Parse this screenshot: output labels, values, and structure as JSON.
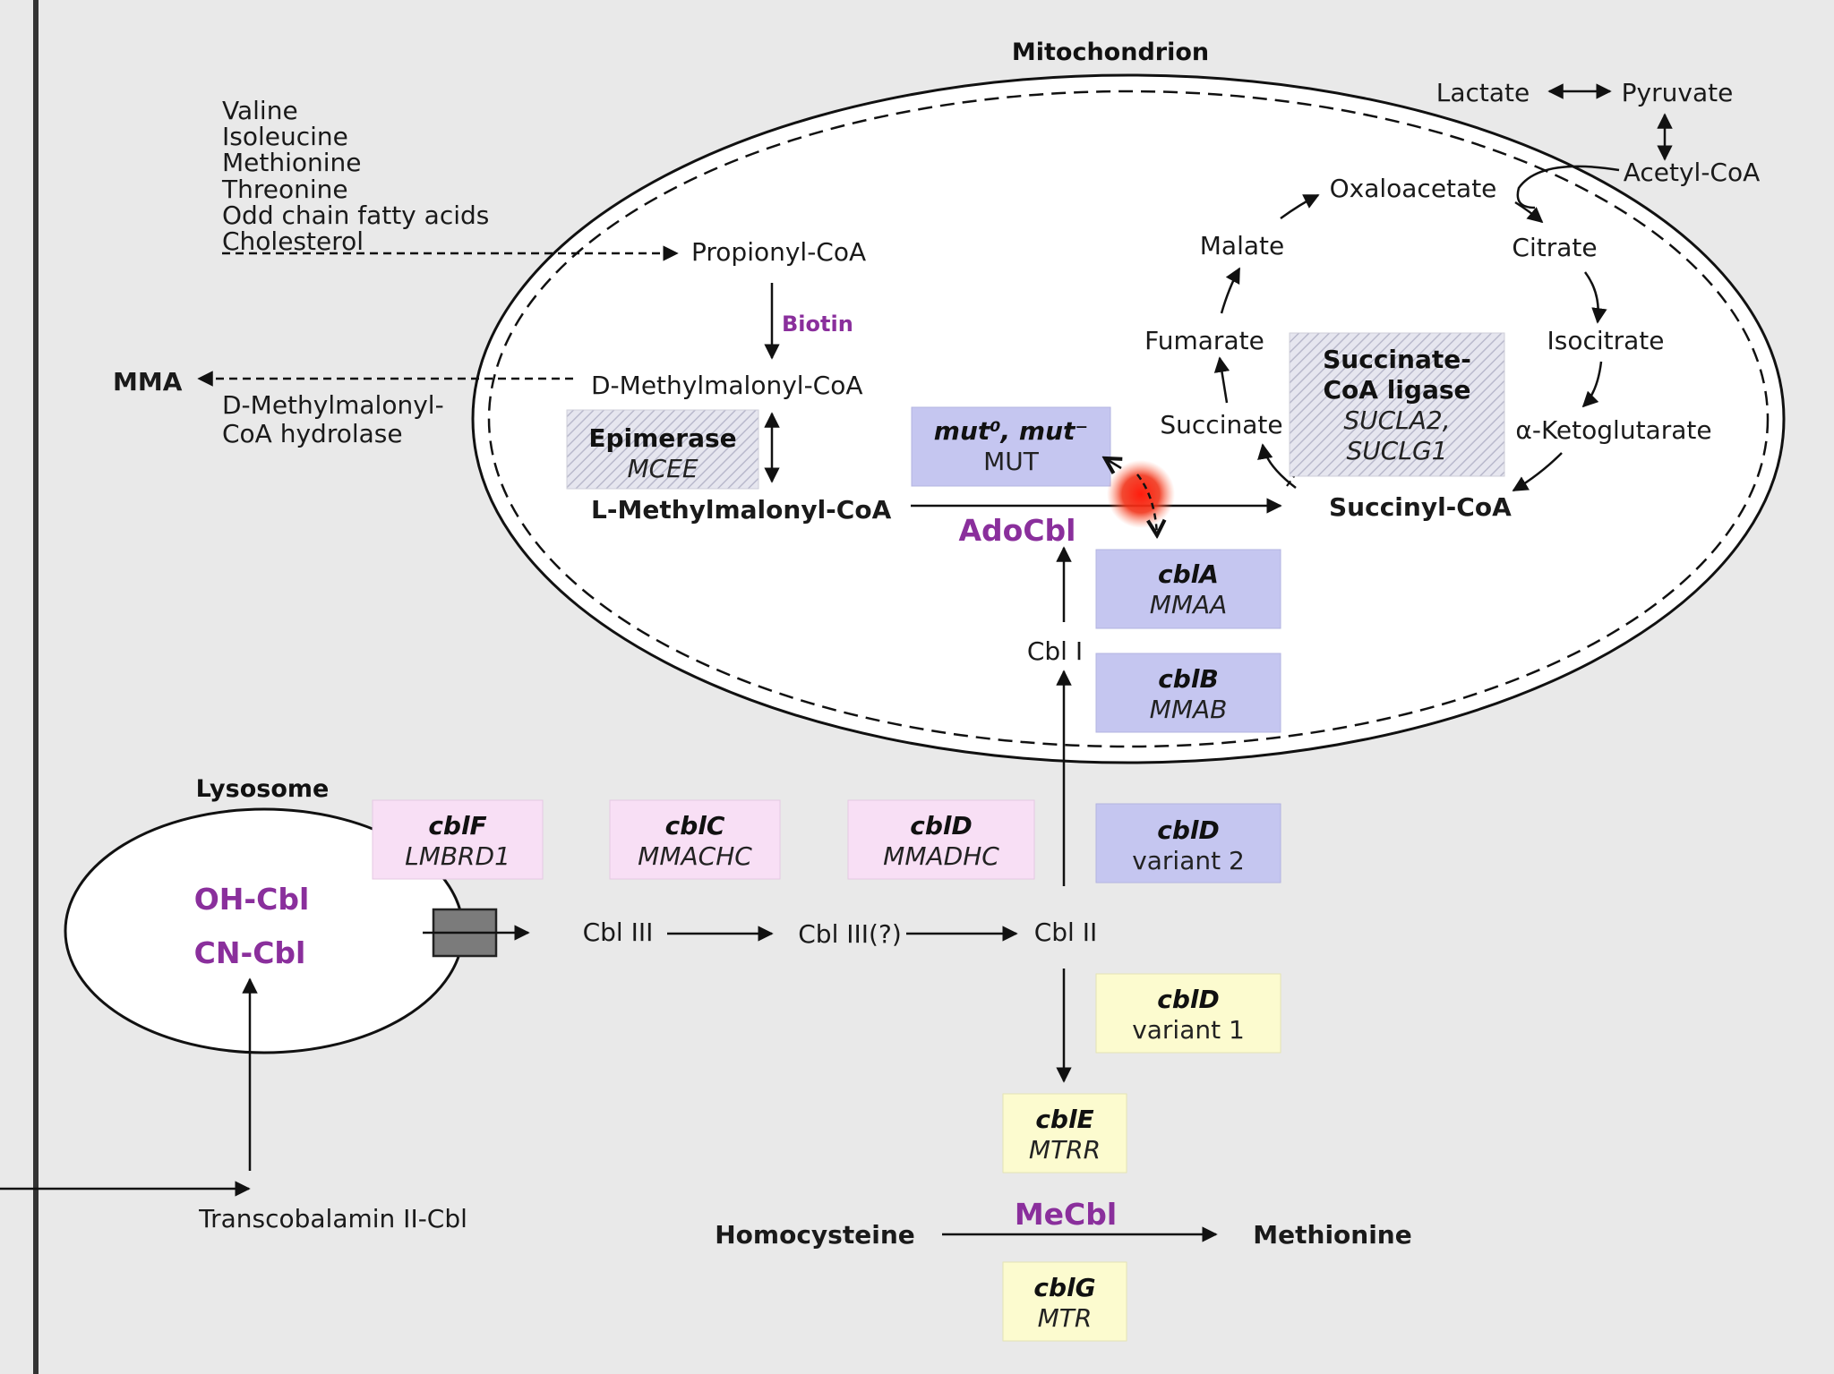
{
  "compartments": {
    "mitochondrion": "Mitochondrion",
    "lysosome": "Lysosome"
  },
  "precursors": [
    "Valine",
    "Isoleucine",
    "Methionine",
    "Threonine",
    "Odd chain fatty acids",
    "Cholesterol"
  ],
  "metabolites": {
    "propionyl": "Propionyl-CoA",
    "d_mmcoa": "D-Methylmalonyl-CoA",
    "l_mmcoa": "L-Methylmalonyl-CoA",
    "succinyl": "Succinyl-CoA",
    "succinate": "Succinate",
    "fumarate": "Fumarate",
    "malate": "Malate",
    "oxaloacetate": "Oxaloacetate",
    "citrate": "Citrate",
    "isocitrate": "Isocitrate",
    "akg": "α-Ketoglutarate",
    "lactate": "Lactate",
    "pyruvate": "Pyruvate",
    "acetyl": "Acetyl-CoA",
    "mma": "MMA",
    "hydrolase_1": "D-Methylmalonyl-",
    "hydrolase_2": "CoA hydrolase",
    "cbl3": "Cbl III",
    "cbl3q": "Cbl III(?)",
    "cbl2": "Cbl II",
    "cbl1": "Cbl I",
    "tc2": "Transcobalamin II-Cbl",
    "homocysteine": "Homocysteine",
    "methionine": "Methionine"
  },
  "cofactors": {
    "biotin": "Biotin",
    "adocbl": "AdoCbl",
    "mecbl": "MeCbl",
    "ohcbl": "OH-Cbl",
    "cncbl": "CN-Cbl"
  },
  "boxes": {
    "epimerase": {
      "name": "Epimerase",
      "gene": "MCEE"
    },
    "mut": {
      "name": "mut⁰, mut⁻",
      "gene": "MUT"
    },
    "sucl": {
      "name1": "Succinate-",
      "name2": "CoA ligase",
      "gene1": "SUCLA2,",
      "gene2": "SUCLG1"
    },
    "cbla": {
      "name": "cblA",
      "gene": "MMAA"
    },
    "cblb": {
      "name": "cblB",
      "gene": "MMAB"
    },
    "cbld2": {
      "name": "cblD",
      "gene": "variant 2"
    },
    "cblf": {
      "name": "cblF",
      "gene": "LMBRD1"
    },
    "cblc": {
      "name": "cblC",
      "gene": "MMACHC"
    },
    "cbld": {
      "name": "cblD",
      "gene": "MMADHC"
    },
    "cbld1": {
      "name": "cblD",
      "gene": "variant 1"
    },
    "cble": {
      "name": "cblE",
      "gene": "MTRR"
    },
    "cblg": {
      "name": "cblG",
      "gene": "MTR"
    }
  },
  "colors": {
    "background": "#e9e9e9",
    "mito_blue": "#c5c6f0",
    "lyso_pink": "#f8dff5",
    "cyto_yellow": "#fcfbcf",
    "hatched": "#dcdce8",
    "cofactor_purple": "#8a2f9c",
    "highlight_red": "#e8201a"
  }
}
